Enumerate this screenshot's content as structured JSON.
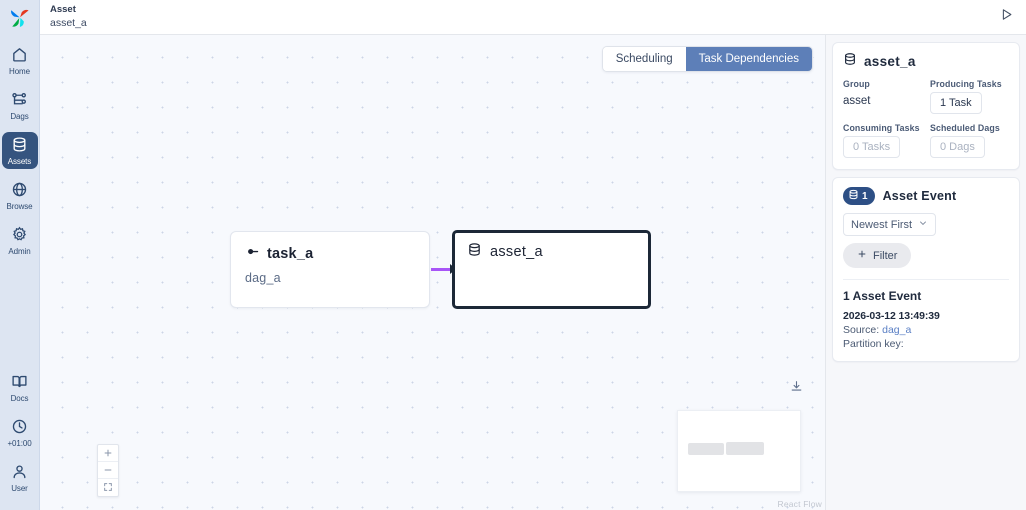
{
  "nav": {
    "logo_name": "airflow-logo",
    "items": [
      {
        "label": "Home",
        "icon": "home-icon",
        "active": false
      },
      {
        "label": "Dags",
        "icon": "dag-icon",
        "active": false
      },
      {
        "label": "Assets",
        "icon": "database-icon",
        "active": true
      },
      {
        "label": "Browse",
        "icon": "globe-icon",
        "active": false
      },
      {
        "label": "Admin",
        "icon": "gear-icon",
        "active": false
      }
    ],
    "bottom_items": [
      {
        "label": "Docs",
        "icon": "book-icon"
      },
      {
        "label": "+01:00",
        "icon": "clock-icon"
      },
      {
        "label": "User",
        "icon": "user-icon"
      }
    ]
  },
  "header": {
    "breadcrumb_top": "Asset",
    "breadcrumb_sub": "asset_a",
    "trigger_icon": "play-icon"
  },
  "canvas": {
    "tabs": [
      {
        "label": "Scheduling",
        "active": false
      },
      {
        "label": "Task Dependencies",
        "active": true
      }
    ],
    "nodes": {
      "task": {
        "title": "task_a",
        "subtitle": "dag_a",
        "icon": "task-icon"
      },
      "asset": {
        "title": "asset_a",
        "icon": "database-icon"
      }
    },
    "edge_color": "#a855f7",
    "controls": {
      "zoom_in": "+",
      "zoom_out": "−",
      "fit_view": "fit-view-icon",
      "download": "download-icon"
    },
    "attribution": "React Flow"
  },
  "panel": {
    "asset": {
      "title": "asset_a",
      "icon": "database-icon",
      "fields": [
        {
          "label": "Group",
          "value": "asset",
          "type": "text"
        },
        {
          "label": "Producing Tasks",
          "value": "1 Task",
          "type": "chip",
          "disabled": false
        },
        {
          "label": "Consuming Tasks",
          "value": "0 Tasks",
          "type": "chip",
          "disabled": true
        },
        {
          "label": "Scheduled Dags",
          "value": "0 Dags",
          "type": "chip",
          "disabled": true
        }
      ]
    },
    "events": {
      "badge_count": "1",
      "badge_icon": "database-icon",
      "heading": "Asset Event",
      "sort_value": "Newest First",
      "filter_label": "Filter",
      "count_text": "1 Asset Event",
      "items": [
        {
          "timestamp": "2026-03-12 13:49:39",
          "source_label": "Source:",
          "source_value": "dag_a",
          "partition_label": "Partition key:",
          "partition_value": ""
        }
      ]
    }
  },
  "colors": {
    "accent_blue": "#5d7fb8",
    "nav_bg": "#dde5f2",
    "nav_active": "#35547f",
    "edge_purple": "#a855f7",
    "node_border": "#1c2837",
    "badge_navy": "#2d4f85"
  }
}
